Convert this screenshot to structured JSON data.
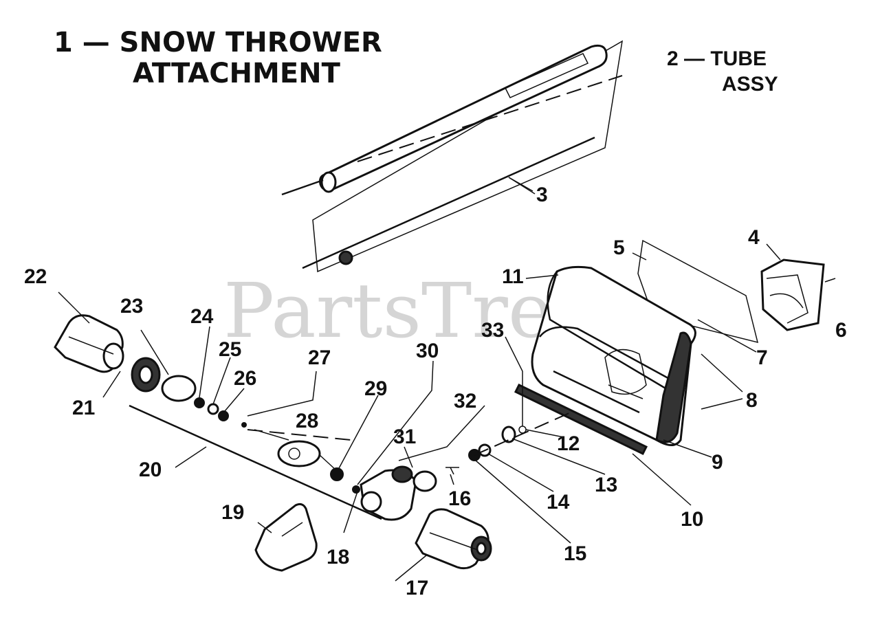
{
  "title": {
    "line1": "1 — SNOW THROWER",
    "line2": "ATTACHMENT"
  },
  "subtitle": {
    "line1": "2 — TUBE",
    "line2": "ASSY"
  },
  "watermark": "PartsTree",
  "callouts": [
    "3",
    "4",
    "5",
    "6",
    "7",
    "8",
    "9",
    "10",
    "11",
    "12",
    "13",
    "14",
    "15",
    "16",
    "17",
    "18",
    "19",
    "20",
    "21",
    "22",
    "23",
    "24",
    "25",
    "26",
    "27",
    "28",
    "29",
    "30",
    "31",
    "32",
    "33"
  ],
  "colors": {
    "ink": "#111111",
    "watermark": "#c8c8c8",
    "background": "#ffffff"
  }
}
